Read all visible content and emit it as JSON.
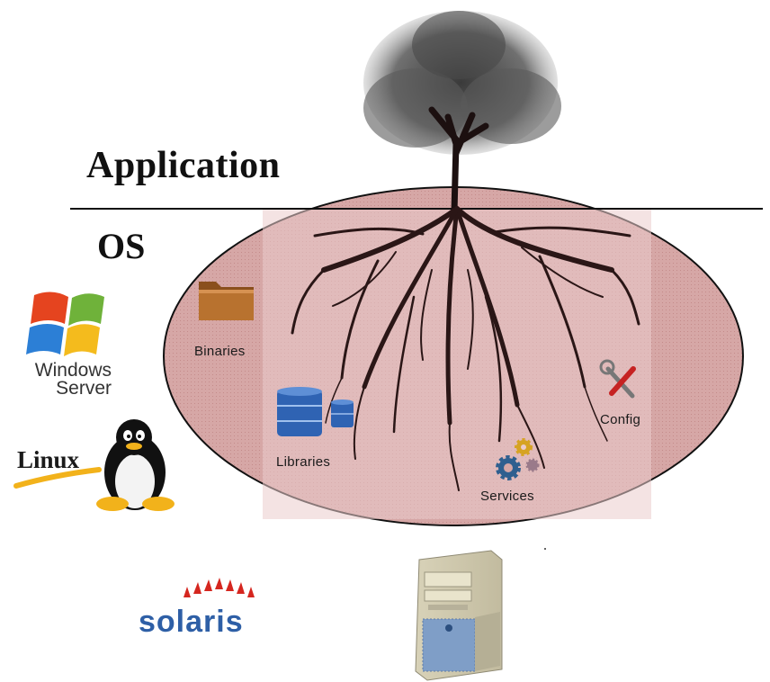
{
  "layers": {
    "top_label": "Application",
    "bottom_label": "OS"
  },
  "os_components": {
    "binaries": "Binaries",
    "libraries": "Libraries",
    "config": "Config",
    "services": "Services"
  },
  "os_logos": {
    "windows_line1": "Windows",
    "windows_line2": "Server",
    "linux": "Linux",
    "solaris": "solaris"
  },
  "colors": {
    "os_fill": "#d7a9a8",
    "tree": "#2a1616",
    "folder": "#a9672d",
    "database": "#2f63b3",
    "solaris_blue": "#2e5fa6",
    "solaris_red": "#d5261f"
  },
  "icons": [
    "folder-icon",
    "database-icon",
    "tools-icon",
    "gears-icon",
    "windows-logo",
    "tux-penguin-icon",
    "solaris-sun-icon",
    "server-tower-icon",
    "tree-image"
  ]
}
